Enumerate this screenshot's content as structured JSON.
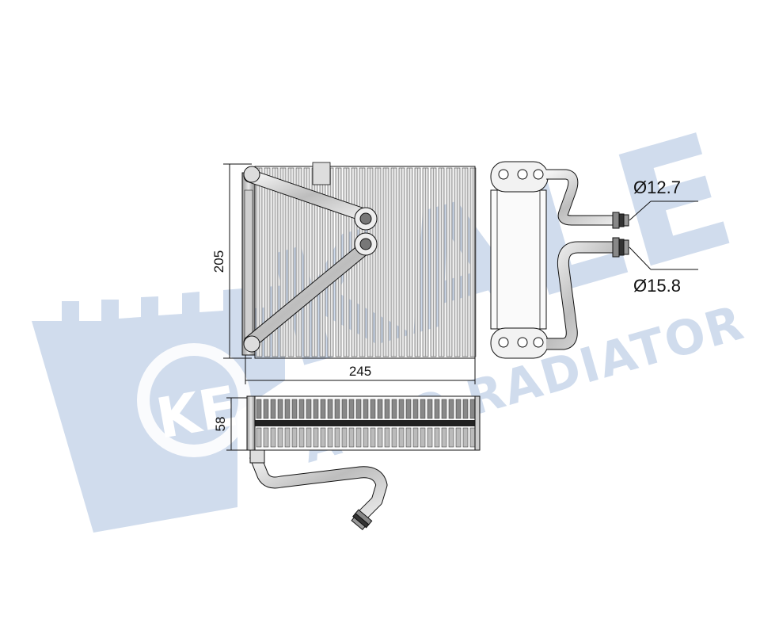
{
  "watermark": {
    "brand": "KALE",
    "subtitle": "AUTO RADIATOR",
    "color": "#c8d6ea"
  },
  "dimensions": {
    "height": "205",
    "width": "245",
    "depth": "58"
  },
  "connectors": {
    "small_diameter": "Ø12.7",
    "large_diameter": "Ø15.8"
  },
  "colors": {
    "line": "#111111",
    "fin_dark": "#555555",
    "fin_light": "#d9d9d9"
  }
}
